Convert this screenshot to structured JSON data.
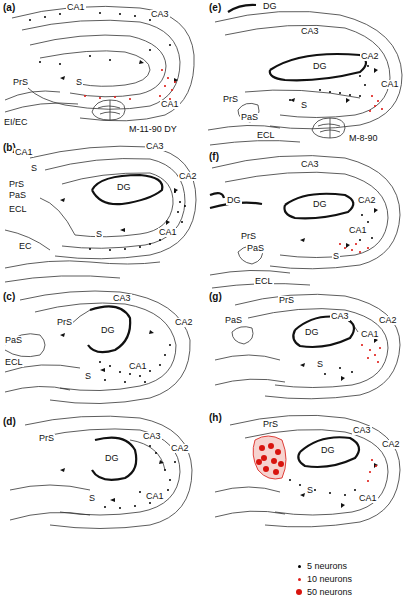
{
  "diagram": {
    "labels": [
      "(a)",
      "CA1",
      "CA3",
      "PrS",
      "S",
      "CA1",
      "EI/EC",
      "M-11-90 DY",
      "(b)",
      "CA1",
      "S",
      "CA3",
      "CA2",
      "PrS",
      "PaS",
      "ECL",
      "DG",
      "EC",
      "S",
      "CA1",
      "(c)",
      "CA3",
      "PrS",
      "DG",
      "CA2",
      "PaS",
      "ECL",
      "S",
      "CA1",
      "(d)",
      "PrS",
      "CA3",
      "CA2",
      "DG",
      "S",
      "CA1",
      "(e)",
      "DG",
      "CA3",
      "CA2",
      "DG",
      "PrS",
      "S",
      "CA1",
      "PaS",
      "ECL",
      "M-8-90",
      "(f)",
      "DG",
      "CA3",
      "DG",
      "CA2",
      "PrS",
      "PaS",
      "CA1",
      "S",
      "ECL",
      "(g)",
      "PrS",
      "CA3",
      "PaS",
      "DG",
      "CA2",
      "S",
      "CA1",
      "(h)",
      "PrS",
      "CA3",
      "DG",
      "CA2",
      "S",
      "CA1"
    ],
    "legend": [
      {
        "text": "5 neurons",
        "color": "#000000"
      },
      {
        "text": "10 neurons",
        "color": "#e0201c"
      },
      {
        "text": "50 neurons",
        "color": "#d8140e"
      }
    ]
  }
}
